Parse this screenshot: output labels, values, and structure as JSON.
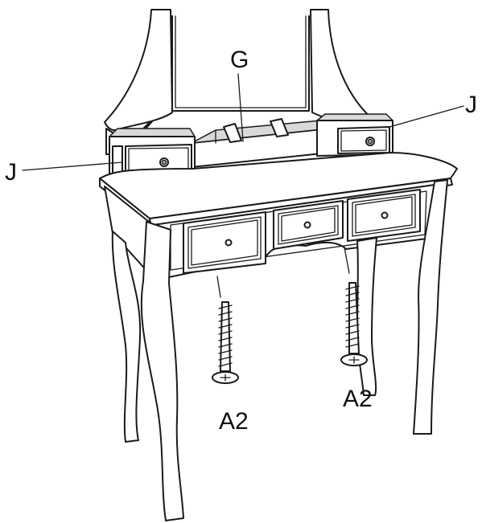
{
  "labels": {
    "G": "G",
    "J_left": "J",
    "J_right": "J",
    "A2_left": "A2",
    "A2_right": "A2"
  },
  "colors": {
    "line": "#1a1a1a",
    "background": "#ffffff",
    "shade": "#d9d9d9"
  }
}
